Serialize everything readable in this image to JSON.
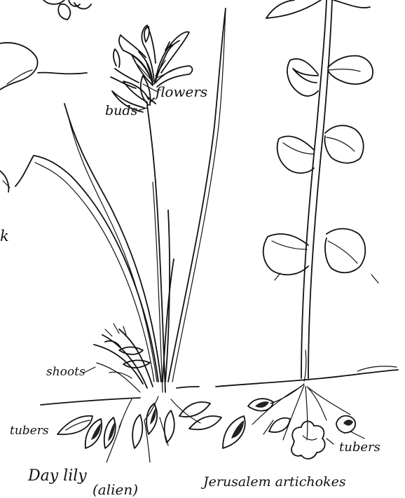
{
  "labels": {
    "cut_off_label": "k",
    "buds": "buds",
    "flowers": "flowers",
    "shoots": "shoots",
    "tubers_left": "tubers",
    "day_lily": "Day lily",
    "alien": "(alien)",
    "jerusalem_artichokes": "Jerusalem artichokes",
    "tubers_right": "tubers"
  }
}
